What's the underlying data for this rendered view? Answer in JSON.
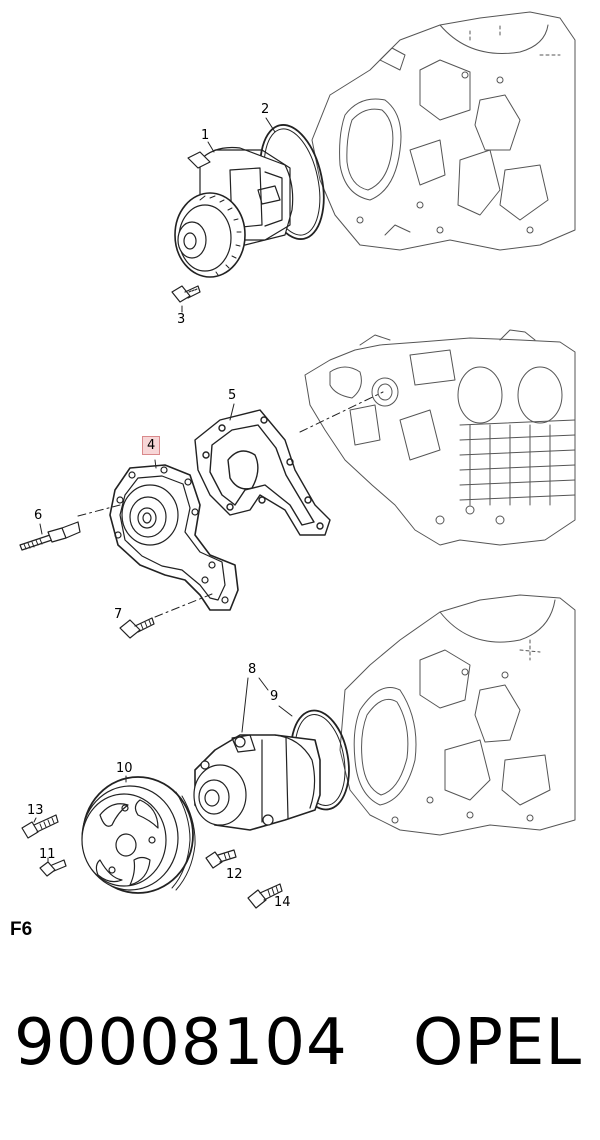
{
  "callouts": {
    "c1": "1",
    "c2": "2",
    "c3": "3",
    "c4": "4",
    "c5": "5",
    "c6": "6",
    "c7": "7",
    "c8": "8",
    "c9": "9",
    "c10": "10",
    "c11": "11",
    "c12": "12",
    "c13": "13",
    "c14": "14"
  },
  "figure_code": "F6",
  "part_number": "90008104",
  "brand": "OPEL",
  "highlight_color": "#f7d6d7"
}
